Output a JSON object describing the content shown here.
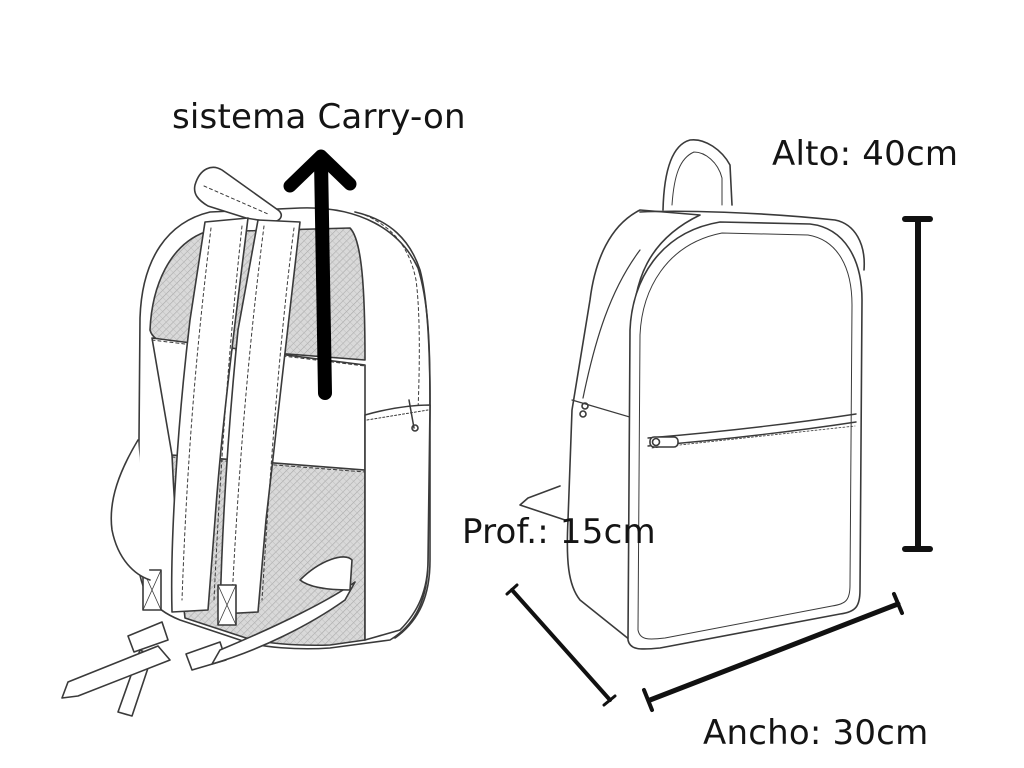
{
  "diagram": {
    "subject": "backpack",
    "views": [
      "back-view",
      "front-three-quarter-view"
    ],
    "carry_on": {
      "label": "sistema Carry-on",
      "arrow_direction": "up"
    },
    "dimensions": {
      "height": {
        "label": "Alto: 40cm",
        "value": 40,
        "unit": "cm"
      },
      "depth": {
        "label": "Prof.: 15cm",
        "value": 15,
        "unit": "cm"
      },
      "width": {
        "label": "Ancho: 30cm",
        "value": 30,
        "unit": "cm"
      }
    },
    "colors": {
      "background": "#ffffff",
      "line_art": "#3a3a3a",
      "mesh_fill": "#cfcfcf",
      "dimension_lines": "#111111"
    }
  }
}
